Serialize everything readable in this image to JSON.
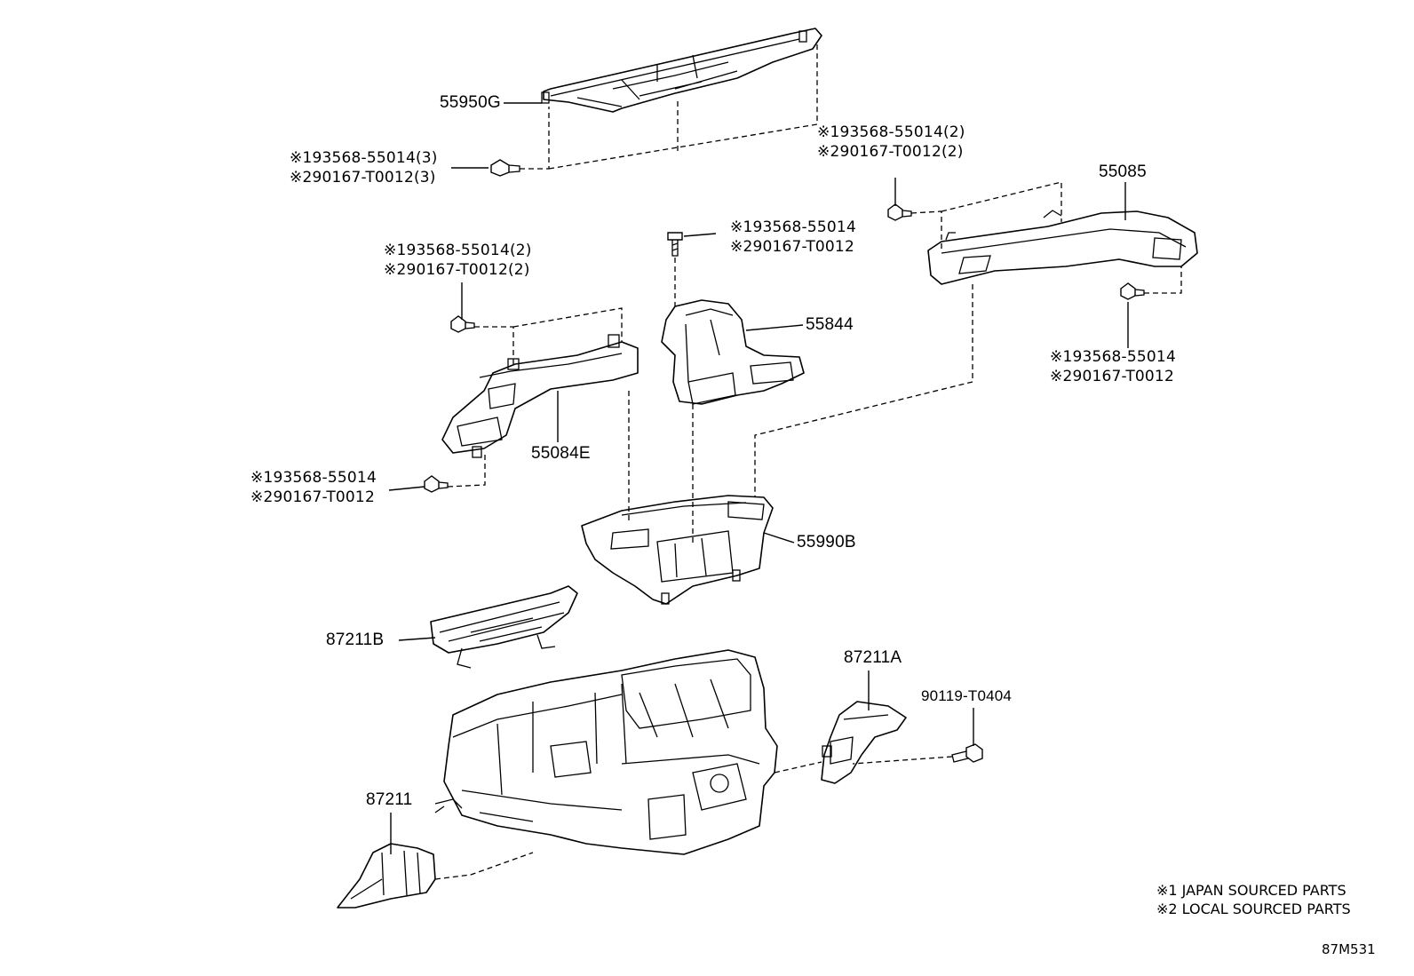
{
  "parts": {
    "p55950G": "55950G",
    "p55085": "55085",
    "p55844": "55844",
    "p55084E": "55084E",
    "p55990B": "55990B",
    "p87211B": "87211B",
    "p87211A": "87211A",
    "p90119": "90119-T0404",
    "p87211": "87211"
  },
  "refs": {
    "a1": "※193568-55014(3)",
    "a2": "※290167-T0012(3)",
    "b1": "※193568-55014(2)",
    "b2": "※290167-T0012(2)",
    "c1": "※193568-55014",
    "c2": "※290167-T0012",
    "d1": "※193568-55014(2)",
    "d2": "※290167-T0012(2)",
    "e1": "※193568-55014",
    "e2": "※290167-T0012",
    "f1": "※193568-55014",
    "f2": "※290167-T0012"
  },
  "legend": {
    "note1": "※1 JAPAN SOURCED PARTS",
    "note2": "※2 LOCAL SOURCED PARTS"
  },
  "diagram_code": "87M531"
}
